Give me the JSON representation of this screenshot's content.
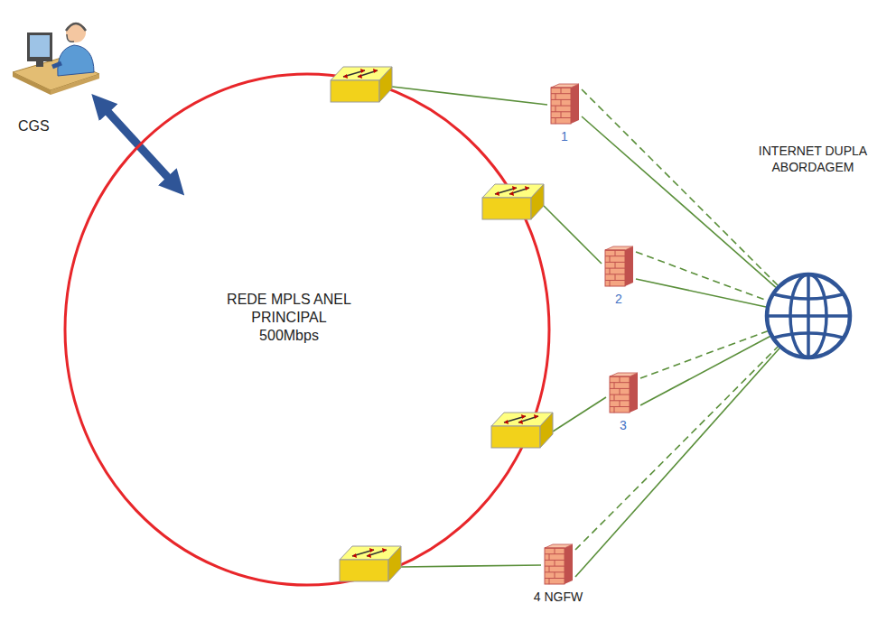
{
  "diagram": {
    "nodes": [
      {
        "text": [
          "CGS"
        ]
      },
      {
        "text": [
          "REDE MPLS ANEL PRINCIPAL 500Mbps"
        ]
      },
      {
        "text": [
          "1"
        ]
      },
      {
        "text": [
          "2"
        ]
      },
      {
        "text": [
          "3"
        ]
      },
      {
        "text": [
          "4 NGFW"
        ]
      },
      {
        "text": [
          "INTERNET DUPLA ABORDAGEM"
        ]
      }
    ],
    "edges": [
      {
        "from": 0,
        "to": 1,
        "arrow": "both"
      },
      {
        "from": 2,
        "to": 6,
        "arrow": "none"
      },
      {
        "from": 2,
        "to": 6,
        "arrow": "none"
      },
      {
        "from": 3,
        "to": 6,
        "arrow": "none"
      },
      {
        "from": 3,
        "to": 6,
        "arrow": "none"
      },
      {
        "from": 4,
        "to": 6,
        "arrow": "none"
      },
      {
        "from": 4,
        "to": 6,
        "arrow": "none"
      },
      {
        "from": 5,
        "to": 6,
        "arrow": "none"
      },
      {
        "from": 5,
        "to": 6,
        "arrow": "none"
      }
    ]
  }
}
